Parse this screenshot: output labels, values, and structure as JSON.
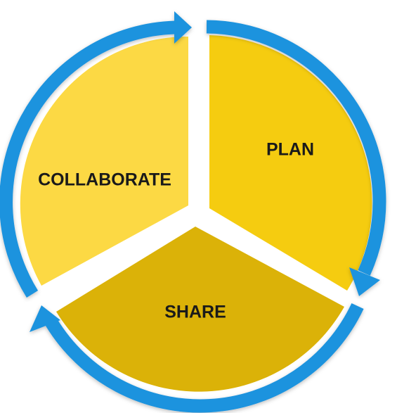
{
  "diagram": {
    "segments": [
      {
        "id": "plan",
        "label": "PLAN",
        "color": "#f5cc10"
      },
      {
        "id": "share",
        "label": "SHARE",
        "color": "#dbb208"
      },
      {
        "id": "collaborate",
        "label": "COLLABORATE",
        "color": "#fcd944"
      }
    ],
    "arrow_color": "#1f93de"
  }
}
